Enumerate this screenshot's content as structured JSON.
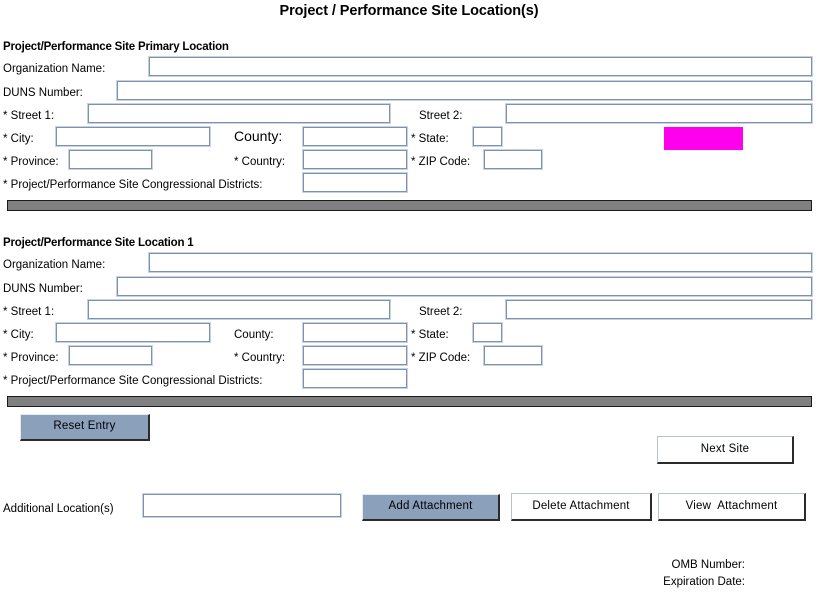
{
  "page": {
    "title": "Project / Performance Site Location(s)"
  },
  "sections": [
    {
      "heading": "Project/Performance Site Primary Location",
      "fields": {
        "organization_name_label": "Organization Name:",
        "duns_label": "DUNS Number:",
        "street1_label": "* Street 1:",
        "street2_label": "Street 2:",
        "city_label": "* City:",
        "county_label": "County:",
        "state_label": "* State:",
        "province_label": "* Province:",
        "country_label": "* Country:",
        "zip_label": "* ZIP Code:",
        "districts_label": "* Project/Performance Site Congressional Districts:"
      },
      "values": {
        "organization_name": "",
        "duns": "",
        "street1": "",
        "street2": "",
        "city": "",
        "county": "",
        "state": "",
        "province": "",
        "country": "",
        "zip": "",
        "districts": ""
      }
    },
    {
      "heading": "Project/Performance Site Location 1",
      "fields": {
        "organization_name_label": "Organization Name:",
        "duns_label": "DUNS Number:",
        "street1_label": "* Street 1:",
        "street2_label": "Street 2:",
        "city_label": "* City:",
        "county_label": "County:",
        "state_label": "* State:",
        "province_label": "* Province:",
        "country_label": "* Country:",
        "zip_label": "* ZIP Code:",
        "districts_label": "* Project/Performance Site Congressional Districts:"
      },
      "values": {
        "organization_name": "",
        "duns": "",
        "street1": "",
        "street2": "",
        "city": "",
        "county": "",
        "state": "",
        "province": "",
        "country": "",
        "zip": "",
        "districts": ""
      }
    }
  ],
  "actions": {
    "reset_entry": "Reset Entry",
    "next_site": "Next Site",
    "additional_locations_label": "Additional Location(s)",
    "additional_locations_value": "",
    "add_attachment": "Add Attachment",
    "delete_attachment": "Delete Attachment",
    "view_attachment": "View  Attachment"
  },
  "footer": {
    "omb_number_label": "OMB Number:",
    "expiration_date_label": "Expiration Date:",
    "omb_number_value": "",
    "expiration_date_value": ""
  },
  "colors": {
    "button_fill": "#8ba0bb",
    "separator_bar": "#808080",
    "field_border": "#7d92b0",
    "highlight": "#ff00ee",
    "page_background": "#ffffff"
  },
  "decorations": {
    "highlight_box_name": "state-lookup-highlight"
  }
}
